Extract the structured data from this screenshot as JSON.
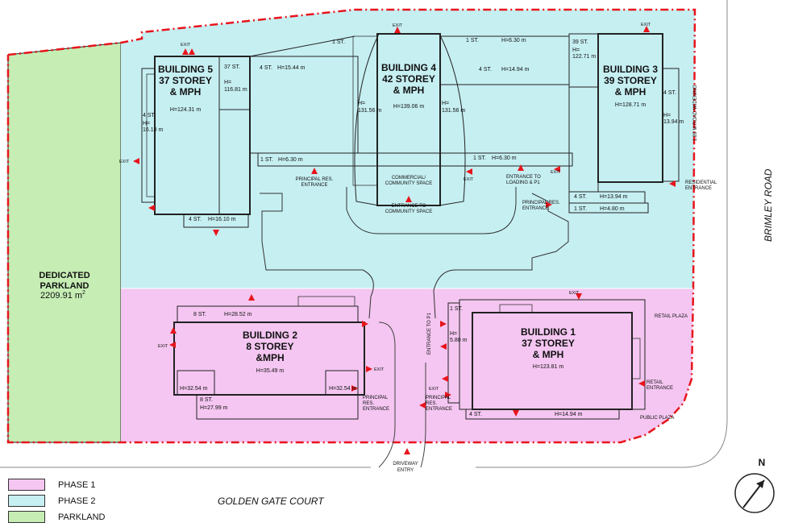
{
  "colors": {
    "phase1": "#F4C6F1",
    "phase2": "#C6EFF2",
    "parkland": "#C6EDB4",
    "boundary": "#E8141C",
    "entrance": "#E8141C"
  },
  "buildings": [
    {
      "name": "BUILDING 5",
      "storey": "37 STOREY",
      "use": "& MPH",
      "height": "H=124.31 m"
    },
    {
      "name": "BUILDING 4",
      "storey": "42 STOREY",
      "use": "& MPH",
      "height": "H=139.06 m"
    },
    {
      "name": "BUILDING 3",
      "storey": "39 STOREY",
      "use": "& MPH",
      "height": "H=128.71 m"
    },
    {
      "name": "BUILDING 2",
      "storey": "8 STOREY",
      "use": "&MPH",
      "height": "H=35.49 m"
    },
    {
      "name": "BUILDING 1",
      "storey": "37 STOREY",
      "use": "& MPH",
      "height": "H=123.81 m"
    }
  ],
  "parkland": {
    "title1": "DEDICATED",
    "title2": "PARKLAND",
    "area": "2209.91 m",
    "area_sup": "2"
  },
  "labels": {
    "b5_37st": "37 ST.",
    "b5_37st_h1": "H=",
    "b5_37st_h2": "116.81 m",
    "b5_4st_link": "4 ST.",
    "b5_4st_link_h": "H=15.44 m",
    "b5_4st_left": "4 ST.",
    "b5_4st_left_h1": "H=",
    "b5_4st_left_h2": "16.10 m",
    "b5_4st_bottom": "4 ST.",
    "b5_4st_bottom_h": "H=16.10 m",
    "b4_1st_top": "1 ST.",
    "b4_h_left1": "H=",
    "b4_h_left2": "131.56 m",
    "b4_h_right1": "H=",
    "b4_h_right2": "131.56 m",
    "b4_1st_right": "1 ST.",
    "b4_1st_right_h": "H=6.30 m",
    "b4_4st_right": "4 ST.",
    "b4_4st_right_h": "H=14.94 m",
    "b3_39st": "39 ST.",
    "b3_39st_h1": "H=",
    "b3_39st_h2": "122.71 m",
    "b3_4st_right": "4 ST.",
    "b3_4st_right_h1": "H=",
    "b3_4st_right_h2": "13.94 m",
    "b3_4st_bottom": "4 ST.",
    "b3_4st_bottom_h": "H=13.94 m",
    "b3_1st_bottom": "1 ST.",
    "b3_1st_bottom_h": "H=4.80 m",
    "link_1st_left": "1 ST.",
    "link_1st_left_h": "H=6.30 m",
    "link_1st_right": "1 ST.",
    "link_1st_right_h": "H=6.30 m",
    "b2_8st_top": "8 ST.",
    "b2_8st_top_h": "H=28.52 m",
    "b2_h_left": "H=32.54 m",
    "b2_h_right": "H=32.54 m",
    "b2_8st_bottom": "8 ST.",
    "b2_8st_bottom_h": "H=27.99 m",
    "b1_1st": "1 ST.",
    "b1_1st_h1": "H=",
    "b1_1st_h2": "5.80 m",
    "b1_4st": "4 ST.",
    "b1_4st_h": "H=14.94 m",
    "commercial1": "COMMERCIAL/",
    "commercial2": "COMMUNITY SPACE",
    "ent_comm1": "ENTRANCE TO",
    "ent_comm2": "COMMUNITY SPACE",
    "pri_res_top1": "PRINCIPAL  RES.",
    "pri_res_top2": "ENTRANCE",
    "ent_loading1": "ENTRANCE TO",
    "ent_loading2": "LOADING & P1",
    "pri_res_b3_1": "PRINCIPAL  RES.",
    "pri_res_b3_2": "ENTRANCE",
    "res_ent1": "RESIDENTIAL",
    "res_ent2": "ENTRANCE",
    "road_widening": "1.89 M ROAD WIDENING",
    "retail_plaza": "RETAIL PLAZA",
    "retail_ent1": "RETAIL",
    "retail_ent2": "ENTRANCE",
    "public_plaza": "PUBLIC PLAZA",
    "ent_p1": "ENTRANCE TO P1",
    "pri_res_b1_1": "PRINCIPAL",
    "pri_res_b1_2": "RES.",
    "pri_res_b1_3": "ENTRANCE",
    "pri_res_b2_1": "PRINCIPAL",
    "pri_res_b2_2": "RES.",
    "pri_res_b2_3": "ENTRANCE",
    "driveway1": "DRIVEWAY",
    "driveway2": "ENTRY",
    "exit": "EXIT",
    "north": "N"
  },
  "roads": {
    "east": "BRIMLEY ROAD",
    "south": "GOLDEN GATE COURT"
  },
  "legend": [
    {
      "label": "PHASE 1",
      "color": "#F4C6F1"
    },
    {
      "label": "PHASE 2",
      "color": "#C6EFF2"
    },
    {
      "label": "PARKLAND",
      "color": "#C6EDB4"
    }
  ]
}
